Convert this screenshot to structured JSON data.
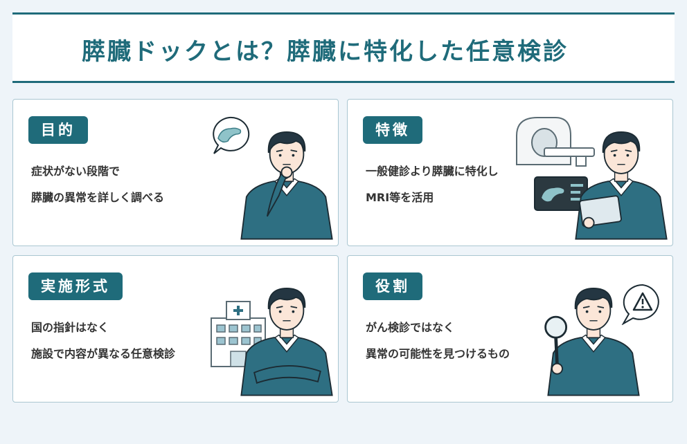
{
  "title": "膵臓ドックとは？膵臓に特化した任意検診",
  "cards": [
    {
      "label": "目的",
      "lines": [
        "症状がない段階で",
        "膵臓の異常を詳しく調べる"
      ]
    },
    {
      "label": "特徴",
      "lines": [
        "一般健診より膵臓に特化し",
        "MRI等を活用"
      ]
    },
    {
      "label": "実施形式",
      "lines": [
        "国の指針はなく",
        "施設で内容が異なる任意検診"
      ]
    },
    {
      "label": "役割",
      "lines": [
        "がん検診ではなく",
        "異常の可能性を見つけるもの"
      ]
    }
  ],
  "illustrations": {
    "purpose": [
      "thinking-man",
      "pancreas-thought-bubble"
    ],
    "features": [
      "mri-scanner",
      "monitor-pancreas-image",
      "man-with-tablet"
    ],
    "format": [
      "hospital-building",
      "man-arms-crossed"
    ],
    "role": [
      "man-with-magnifier",
      "warning-bubble"
    ]
  },
  "colors": {
    "accent": "#1f6b7a",
    "background": "#eef4f9",
    "card_border": "#a9c6d1",
    "pancreas": "#8fc3c9"
  }
}
